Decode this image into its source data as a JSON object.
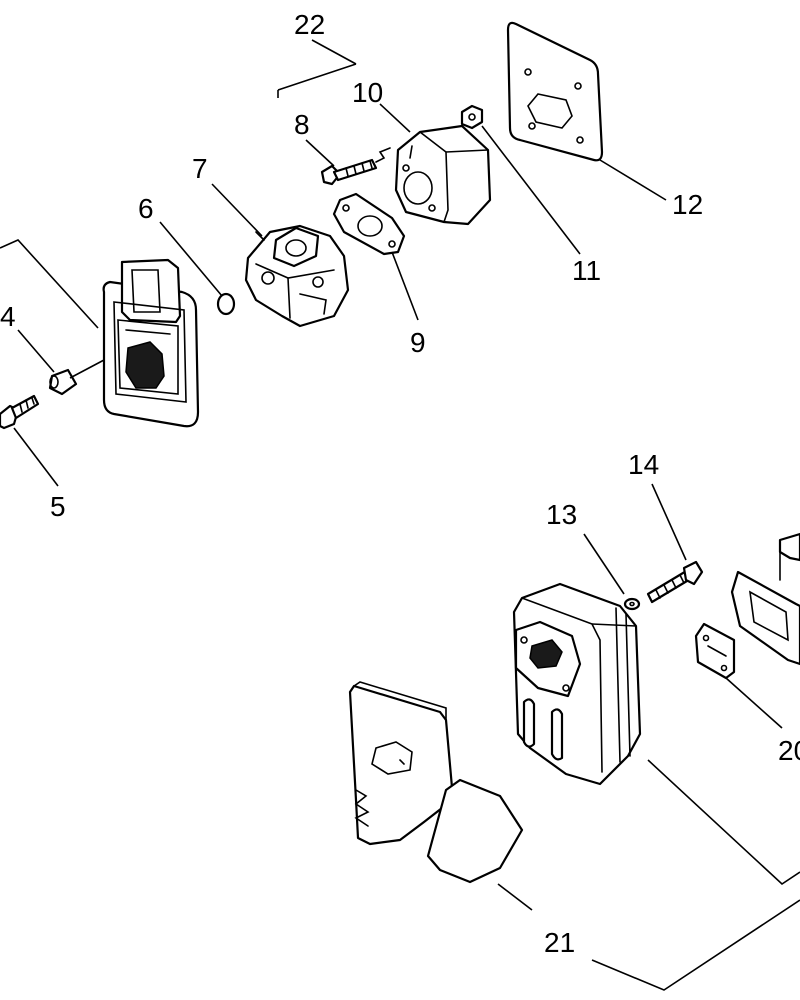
{
  "callouts": {
    "c22": "22",
    "c10": "10",
    "c8": "8",
    "c7": "7",
    "c6": "6",
    "c12": "12",
    "c11": "11",
    "c9": "9",
    "c4": "4",
    "c5": "5",
    "c14": "14",
    "c13": "13",
    "c20": "20",
    "c21": "21"
  }
}
